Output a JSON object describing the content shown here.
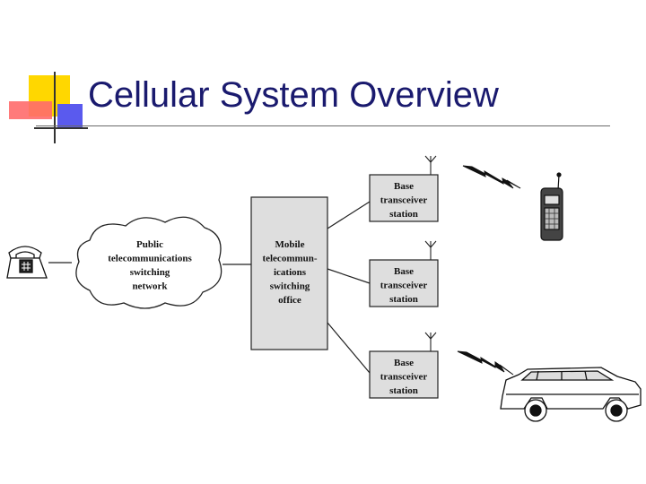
{
  "slide": {
    "title": "Cellular System Overview"
  },
  "diagram": {
    "network": [
      "Public",
      "telecommunications",
      "switching",
      "network"
    ],
    "office": [
      "Mobile",
      "telecommun-",
      "ications",
      "switching",
      "office"
    ],
    "stations": [
      [
        "Base",
        "transceiver",
        "station"
      ],
      [
        "Base",
        "transceiver",
        "station"
      ],
      [
        "Base",
        "transceiver",
        "station"
      ]
    ]
  },
  "colors": {
    "title": "#1a1a6e",
    "accent_yellow": "#ffd700",
    "accent_red": "#ff6b6b",
    "accent_blue": "#5a5aee",
    "box_fill": "#dedede"
  },
  "icons": [
    "telephone-icon",
    "cell-phone-icon",
    "car-icon",
    "antenna-icon",
    "radio-link-icon"
  ]
}
